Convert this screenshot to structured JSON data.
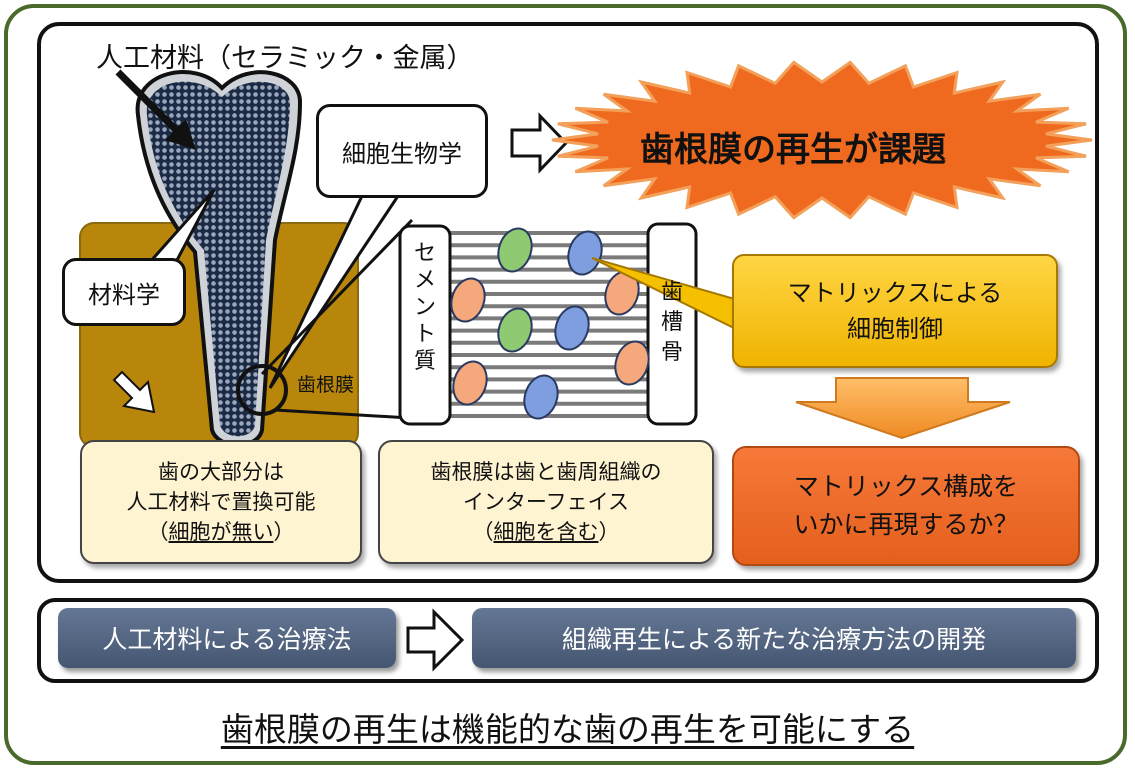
{
  "tooth": {
    "material_label": "人工材料（セラミック・金属）",
    "materials_science": "材料学",
    "pdl_label": "歯根膜"
  },
  "cell_biology": "細胞生物学",
  "burst": {
    "text": "歯根膜の再生が課題"
  },
  "pdl_detail": {
    "cementum_chars": [
      "セ",
      "メ",
      "ン",
      "ト",
      "質"
    ],
    "bone_chars": [
      "歯",
      "槽",
      "骨"
    ]
  },
  "matrix_control": {
    "line1": "マトリックスによる",
    "line2": "細胞制御"
  },
  "info_boxes": {
    "tooth_replace": {
      "line1": "歯の大部分は",
      "line2": "人工材料で置換可能",
      "line3_open": "（",
      "line3_main": "細胞が無い",
      "line3_close": "）"
    },
    "pdl_interface": {
      "line1": "歯根膜は歯と歯周組織の",
      "line2": "インターフェイス",
      "line3_open": "（",
      "line3_main": "細胞を含む",
      "line3_close": "）"
    }
  },
  "matrix_question": {
    "line1": "マトリックス構成を",
    "line2": "いかに再現するか？"
  },
  "bottom": {
    "left_label": "人工材料による治療法",
    "right_label": "組織再生による新たな治療方法の開発"
  },
  "footer": "歯根膜の再生は機能的な歯の再生を可能にする",
  "colors": {
    "frame": "#4a6a2c",
    "bone": "#b8860b",
    "burst": "#ef6a1f",
    "cell_orange": "#f4a87c",
    "cell_green": "#8fca72",
    "cell_blue": "#7f9ee0",
    "slate": "#566884"
  }
}
